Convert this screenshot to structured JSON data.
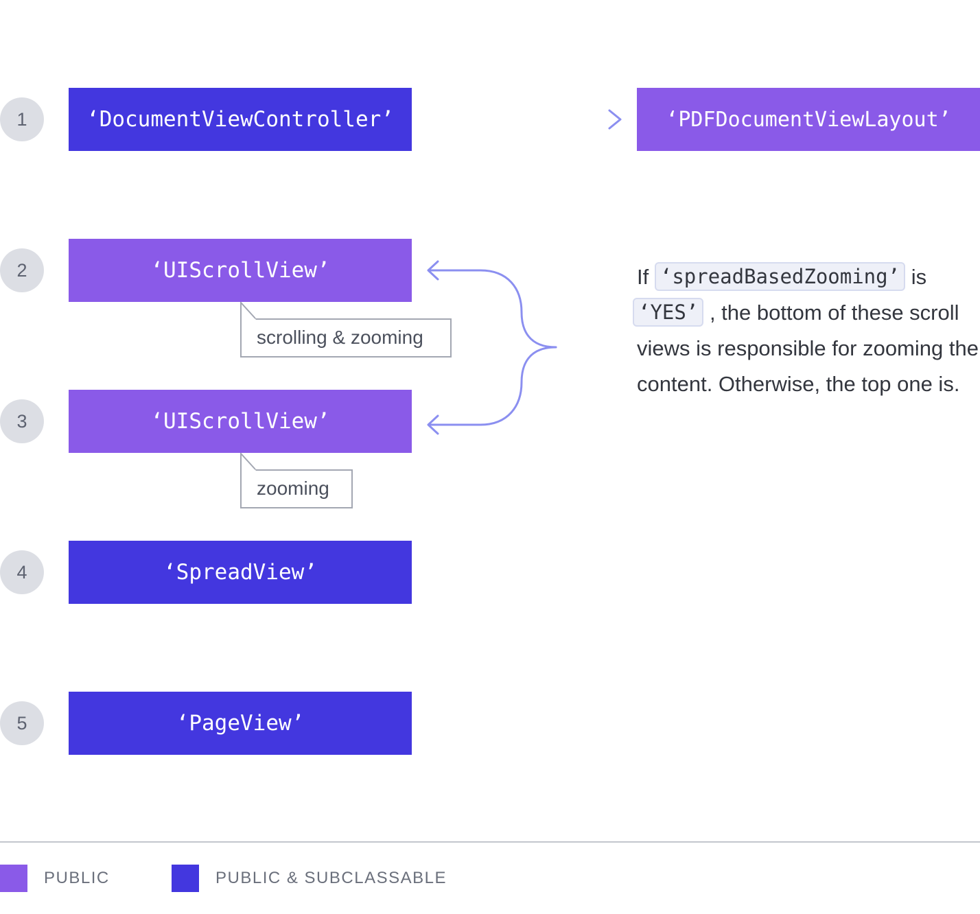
{
  "colors": {
    "public": "#8a5ae8",
    "public_subclassable": "#4337df",
    "connector": "#8b8ff0"
  },
  "steps": [
    {
      "number": "1",
      "label": "‘DocumentViewController’",
      "category": "public_subclassable"
    },
    {
      "number": "2",
      "label": "‘UIScrollView’",
      "category": "public",
      "callout": "scrolling & zooming"
    },
    {
      "number": "3",
      "label": "‘UIScrollView’",
      "category": "public",
      "callout": "zooming"
    },
    {
      "number": "4",
      "label": "‘SpreadView’",
      "category": "public_subclassable"
    },
    {
      "number": "5",
      "label": "‘PageView’",
      "category": "public_subclassable"
    }
  ],
  "layout_box": {
    "label": "‘PDFDocumentViewLayout’",
    "category": "public"
  },
  "note": {
    "prefix": "If",
    "code_1": "‘spreadBasedZooming’",
    "mid": "is",
    "code_2": "‘YES’",
    "suffix": ", the bottom of these scroll views is responsible for zooming the content. Otherwise, the top one is."
  },
  "legend": [
    {
      "label": "PUBLIC",
      "category": "public"
    },
    {
      "label": "PUBLIC & SUBCLASSABLE",
      "category": "public_subclassable"
    }
  ]
}
